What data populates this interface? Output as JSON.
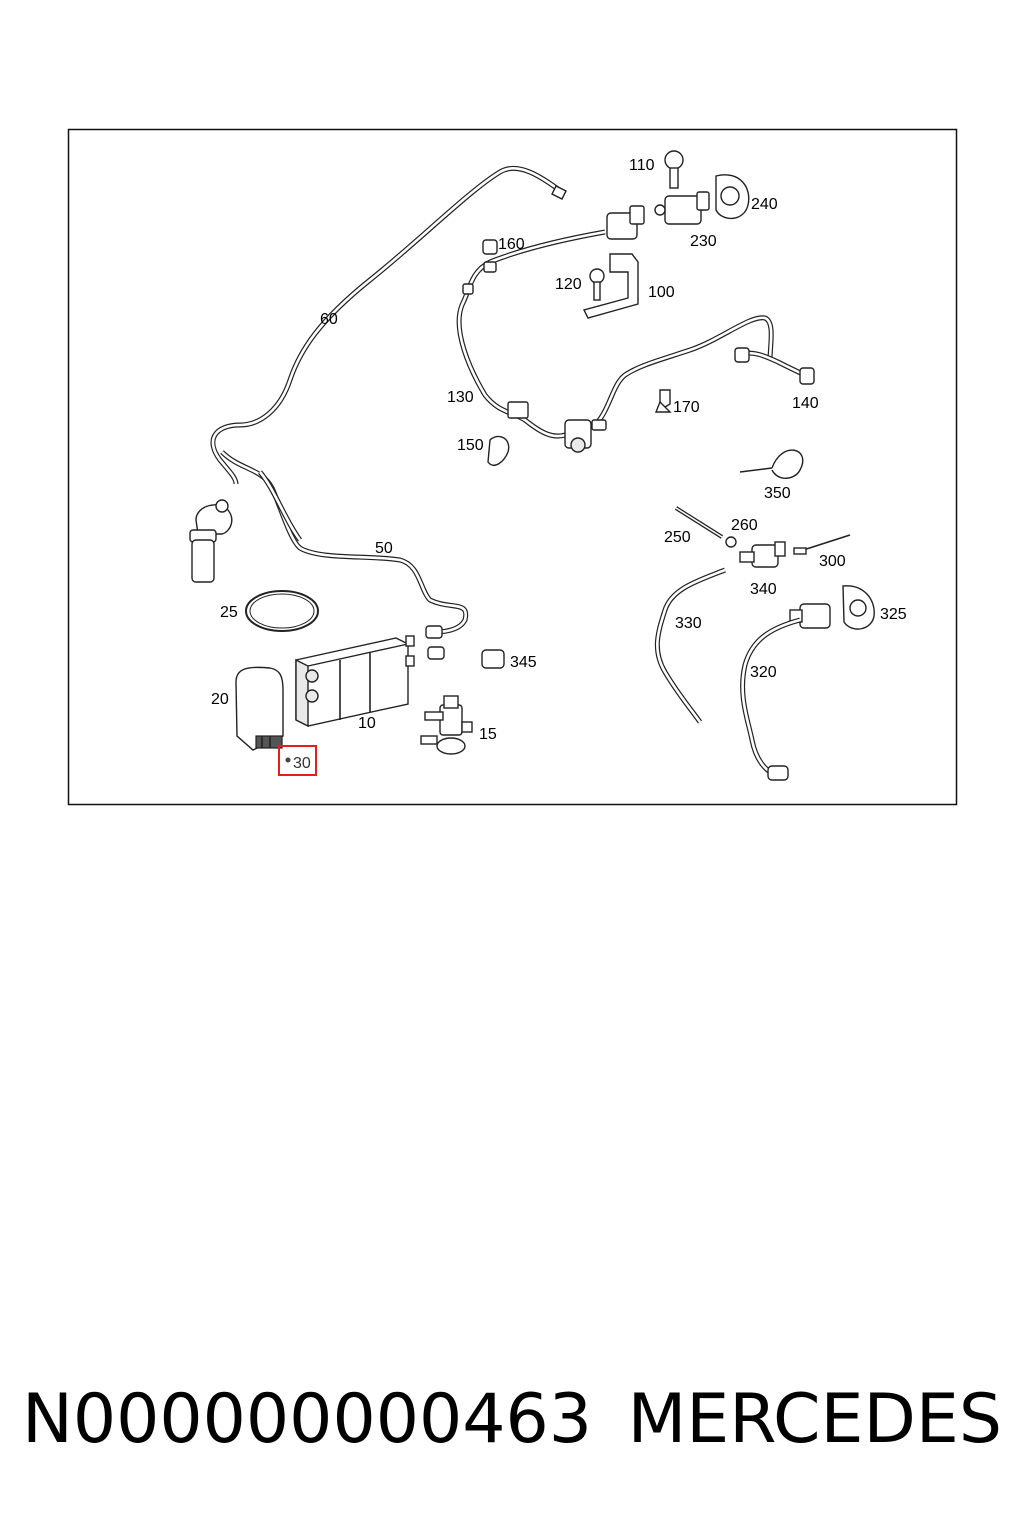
{
  "diagram": {
    "callouts": {
      "c110": "110",
      "c240": "240",
      "c230": "230",
      "c160": "160",
      "c120": "120",
      "c100": "100",
      "c60": "60",
      "c130": "130",
      "c170": "170",
      "c140": "140",
      "c150": "150",
      "c350": "350",
      "c50": "50",
      "c260": "260",
      "c250": "250",
      "c300": "300",
      "c340": "340",
      "c25": "25",
      "c330": "330",
      "c325": "325",
      "c345": "345",
      "c20": "20",
      "c320": "320",
      "c10": "10",
      "c15": "15",
      "c30": "30"
    },
    "highlight": {
      "callout": "30",
      "color": "#e02020"
    }
  },
  "footer": {
    "part_number": "N000000000463",
    "brand": "MERCEDES"
  }
}
